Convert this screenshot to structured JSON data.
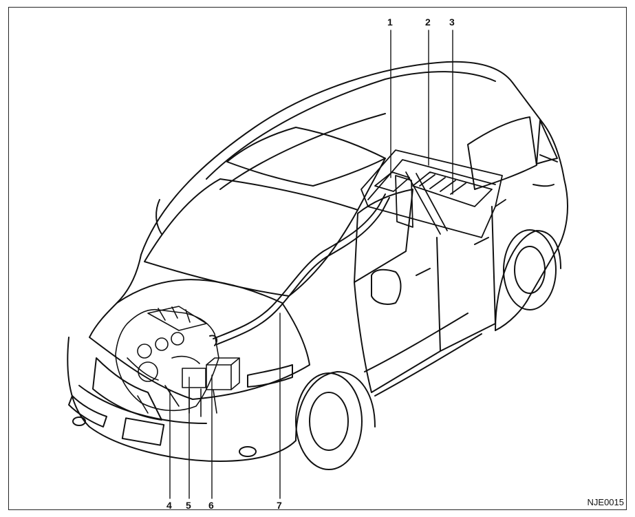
{
  "callouts": {
    "c1": "1",
    "c2": "2",
    "c3": "3",
    "c4": "4",
    "c5": "5",
    "c6": "6",
    "c7": "7"
  },
  "figure_code": "NJE0015",
  "colors": {
    "line": "#111111",
    "background": "#ffffff"
  }
}
